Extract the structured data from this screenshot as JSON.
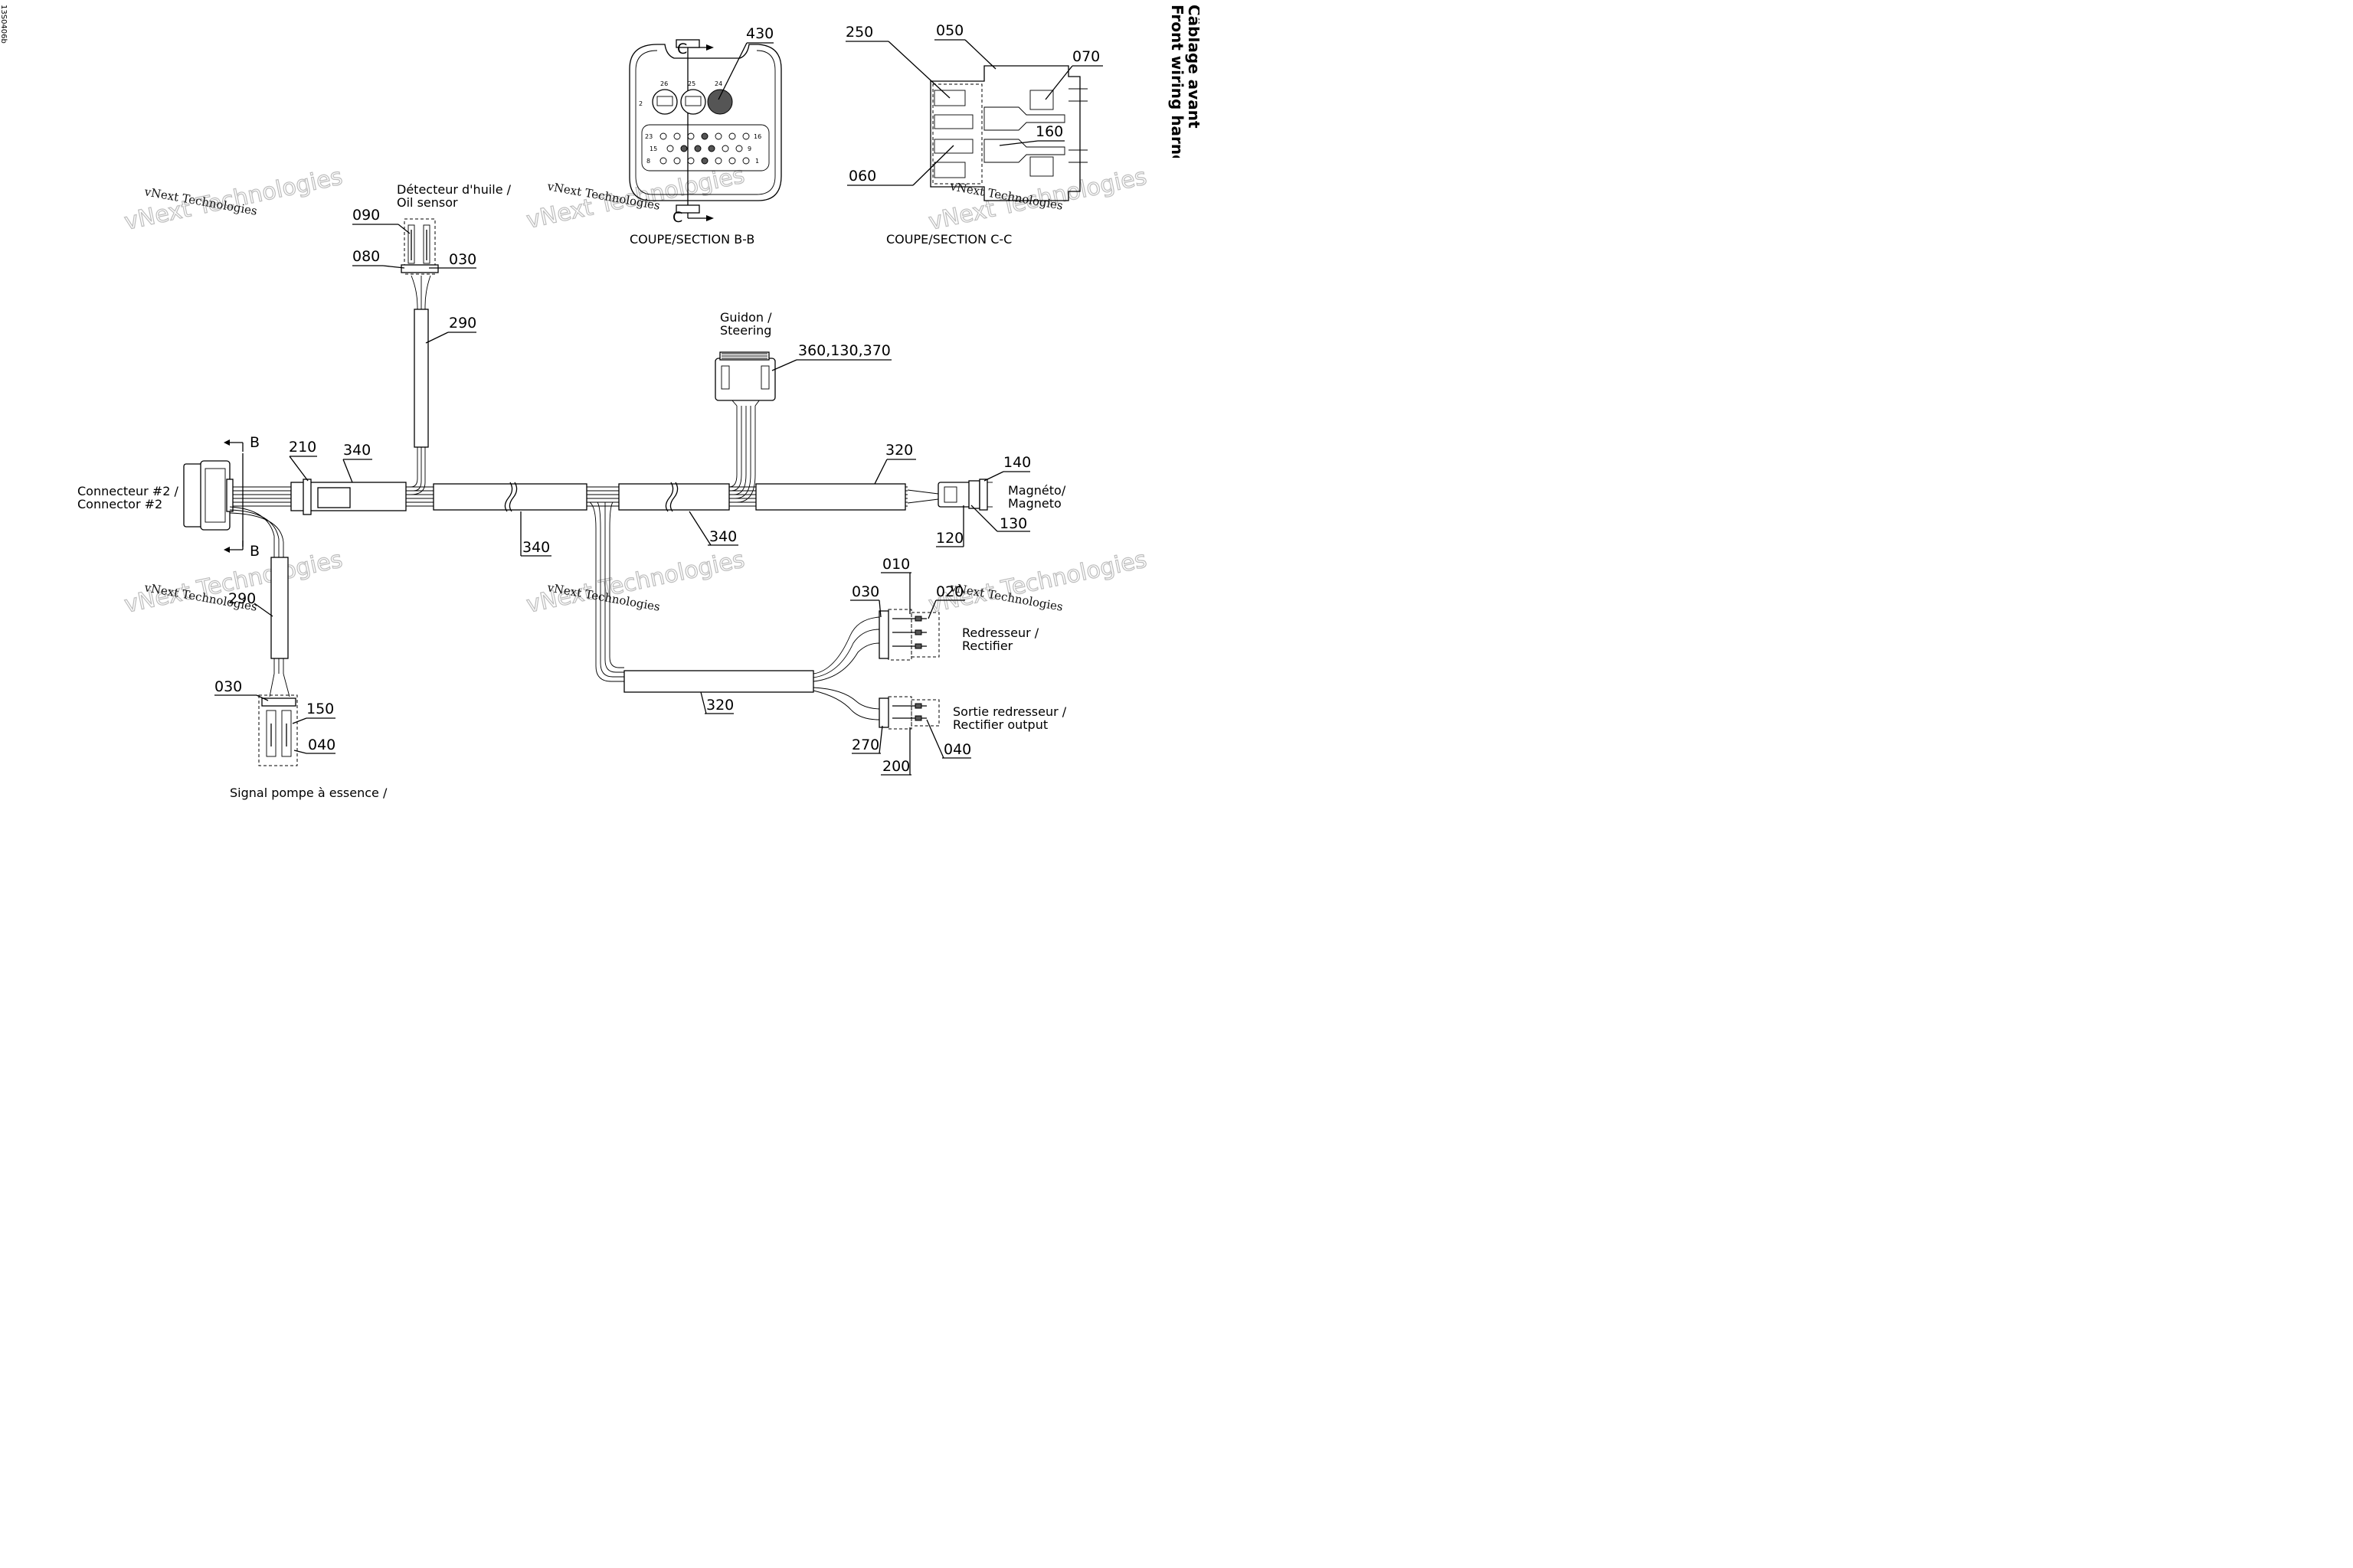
{
  "document_code": "13S0406b",
  "title_line1": "Front wiring harness/",
  "title_line2": "Câblage avant",
  "watermark_line1": "vNext Technologies",
  "watermark_line2": "Technologies",
  "sections": {
    "b": "COUPE/SECTION B-B",
    "c": "COUPE/SECTION C-C",
    "arrow_b": "B",
    "arrow_c": "C"
  },
  "section_b_pins": {
    "p26": "26",
    "p25": "25",
    "p24": "24",
    "p2": "2",
    "p23": "23",
    "p16": "16",
    "p15": "15",
    "p9": "9",
    "p8": "8",
    "p1": "1"
  },
  "captions": {
    "oil_sensor_fr": "Détecteur d'huile /",
    "oil_sensor_en": "Oil sensor",
    "steering_fr": "Guidon /",
    "steering_en": "Steering",
    "connector_fr": "Connecteur #2 /",
    "connector_en": "Connector #2",
    "magneto_fr": "Magnéto/",
    "magneto_en": "Magneto",
    "rectifier_fr": "Redresseur /",
    "rectifier_en": "Rectifier",
    "rect_out_fr": "Sortie redresseur /",
    "rect_out_en": "Rectifier output",
    "fuel_pump": "Signal pompe à essence /"
  },
  "callouts": {
    "c430": "430",
    "c250": "250",
    "c050": "050",
    "c070": "070",
    "c160": "160",
    "c060": "060",
    "c090": "090",
    "c080": "080",
    "c030_oil": "030",
    "c290_oil": "290",
    "c360": "360,130,370",
    "c210": "210",
    "c340_top": "340",
    "c320_top": "320",
    "c140": "140",
    "c130": "130",
    "c120": "120",
    "c340_mid1": "340",
    "c340_mid2": "340",
    "c290_fuel": "290",
    "c030_fuel": "030",
    "c150": "150",
    "c040_fuel": "040",
    "c010": "010",
    "c030_rect": "030",
    "c020": "020",
    "c320_bottom": "320",
    "c270": "270",
    "c200": "200",
    "c040_rect": "040"
  }
}
